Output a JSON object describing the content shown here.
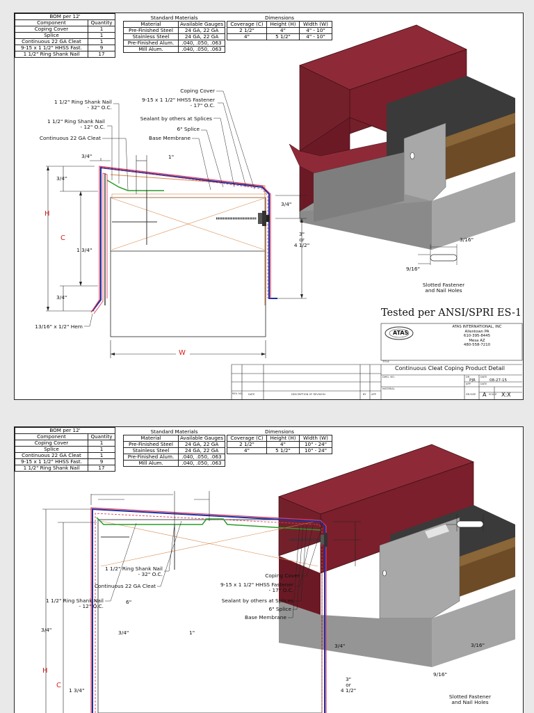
{
  "bom": {
    "title": "BOM per 12'",
    "headers": [
      "Component",
      "Quantity"
    ],
    "rows": [
      [
        "Coping Cover",
        "1"
      ],
      [
        "Splice",
        "1"
      ],
      [
        "Continuous 22 GA Cleat",
        "1"
      ],
      [
        "9-15 x 1 1/2\" HHSS Fast.",
        "9"
      ],
      [
        "1 1/2\" Ring Shank Nail",
        "17"
      ]
    ]
  },
  "materials": {
    "title": "Standard Materials",
    "headers": [
      "Material",
      "Available Gauges"
    ],
    "rows": [
      [
        "Pre-Finished Steel",
        "24 GA, 22 GA"
      ],
      [
        "Stainless Steel",
        "24 GA, 22 GA"
      ],
      [
        "Pre-Finished Alum.",
        ".040, .050, .063"
      ],
      [
        "Mill Alum.",
        ".040, .050, .063"
      ]
    ]
  },
  "dimensions1": {
    "title": "Dimensions",
    "headers": [
      "Coverage (C)",
      "Height (H)",
      "Width (W)"
    ],
    "rows": [
      [
        "2 1/2\"",
        "4\"",
        "4\" - 10\""
      ],
      [
        "4\"",
        "5 1/2\"",
        "4\" - 10\""
      ]
    ]
  },
  "dimensions2": {
    "title": "Dimensions",
    "headers": [
      "Coverage (C)",
      "Height (H)",
      "Width (W)"
    ],
    "rows": [
      [
        "2 1/2\"",
        "4\"",
        "10\" - 24\""
      ],
      [
        "4\"",
        "5 1/2\"",
        "10\" - 24\""
      ]
    ]
  },
  "callouts1": {
    "nail32": "1 1/2\" Ring Shank Nail",
    "nail32b": "- 32\" O.C.",
    "nail12": "1 1/2\" Ring Shank Nail",
    "nail12b": "- 12\" O.C.",
    "cleat": "Continuous 22 GA Cleat",
    "fastener": "9-15 x 1 1/2\" HHSS Fastener",
    "fastenerb": "- 17\" O.C.",
    "coping": "Coping Cover",
    "sealant": "Sealant by others at Splices",
    "splice": "6\" Splice",
    "membrane": "Base Membrane",
    "hem": "13/16\" x 1/2\" Hem"
  },
  "callouts2": {
    "nail32": "1 1/2\" Ring Shank Nail",
    "nail32b": "- 32\" O.C.",
    "cleat": "Continuous 22 GA Cleat",
    "nail12": "1 1/2\" Ring Shank Nail",
    "nail12b": "- 12\" O.C.",
    "coping": "Coping Cover",
    "fastener": "9-15 x 1 1/2\" HHSS Fastener",
    "fastenerb": "- 17\" O.C.",
    "sealant": "Sealant by others at Splices",
    "splice": "6\" Splice",
    "membrane": "Base Membrane"
  },
  "dims": {
    "three_quarter": "3/4\"",
    "one_inch": "1\"",
    "six_inch": "6\"",
    "one_three_quarter": "1 3/4\"",
    "h": "H",
    "c": "C",
    "w": "W",
    "three": "3\"",
    "or": "or",
    "four_half": "4 1/2\"",
    "three_sixteenth": "3/16\"",
    "nine_sixteenth": "9/16\""
  },
  "slot_note": [
    "Slotted Fastener",
    "and Nail Holes"
  ],
  "tested": "Tested per ANSI/SPRI ES-1",
  "company": {
    "logo_text": "ATAS",
    "name": "ATAS INTERNATIONAL, INC",
    "city1": "Allentown PA",
    "phone1": "610-395-8445",
    "city2": "Mesa AZ",
    "phone2": "480-558-7210"
  },
  "titleblock": {
    "title_label": "TITLE",
    "title": "Continuous Cleat Coping Product Detail",
    "dwg_label": "DWG. NO.",
    "dr_label": "DR",
    "dr": "PJR",
    "date_label": "DATE",
    "date": "08-27-15",
    "app_label": "APP",
    "material_label": "MATERIAL",
    "size_label": "DR.SIZE",
    "size": "A",
    "scale_label": "SCALE",
    "scale": "X:X",
    "rev_no": "REV. NO.",
    "rev_date": "DATE",
    "rev_desc": "DESCRIPTION OF REVISION",
    "rev_by": "BY",
    "rev_app": "APP"
  },
  "colors": {
    "coping": "#7a1f2b",
    "coping_dark": "#5e1721",
    "splice": "#a8a8a8",
    "wood": "#7a5a32",
    "membrane": "#1f1f1f",
    "wall": "#9a9a9a",
    "dim_red": "#d81b1b"
  }
}
